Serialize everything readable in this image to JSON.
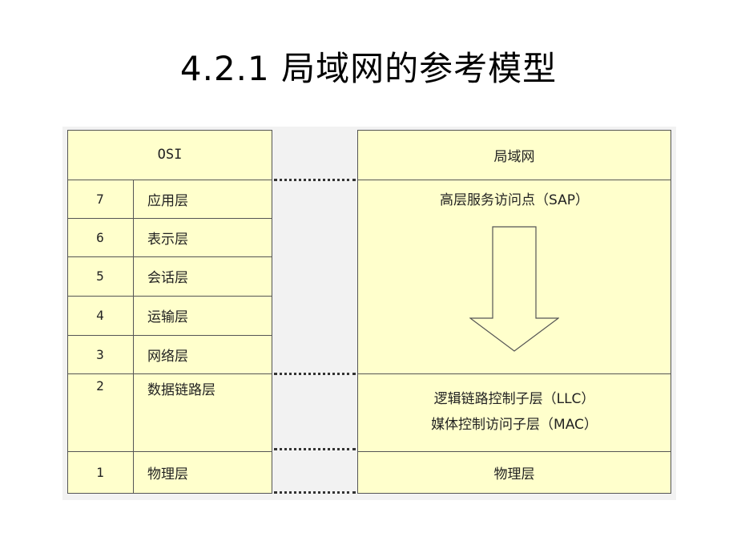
{
  "title": "4.2.1 局域网的参考模型",
  "osi": {
    "header": "OSI",
    "layers": [
      {
        "num": "7",
        "name": "应用层"
      },
      {
        "num": "6",
        "name": "表示层"
      },
      {
        "num": "5",
        "name": "会话层"
      },
      {
        "num": "4",
        "name": "运输层"
      },
      {
        "num": "3",
        "name": "网络层"
      },
      {
        "num": "2",
        "name": "数据链路层"
      },
      {
        "num": "1",
        "name": "物理层"
      }
    ]
  },
  "lan": {
    "header": "局域网",
    "sap": "高层服务访问点（SAP）",
    "llc": "逻辑链路控制子层（LLC）",
    "mac": "媒体控制访问子层（MAC）",
    "physical": "物理层"
  },
  "colors": {
    "box_fill": "#ffffcc",
    "border": "#555555",
    "background": "#f2f2f2"
  }
}
